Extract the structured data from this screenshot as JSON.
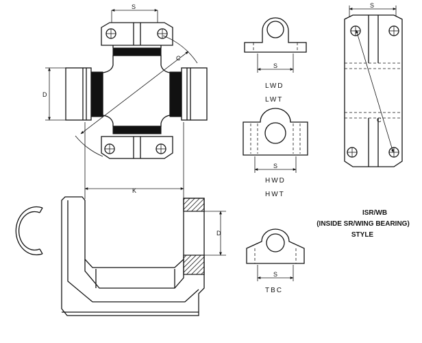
{
  "dimension_labels": {
    "s": "S",
    "c": "C",
    "d": "D",
    "k": "K"
  },
  "variant_captions": {
    "lwd": "LWD",
    "lwt": "LWT",
    "hwd": "HWD",
    "hwt": "HWT",
    "tbc": "TBC"
  },
  "style_note": {
    "line1": "ISR/WB",
    "line2": "(INSIDE SR/WING BEARING)",
    "line3": "STYLE"
  },
  "colors": {
    "ink": "#111111",
    "background": "#ffffff"
  }
}
